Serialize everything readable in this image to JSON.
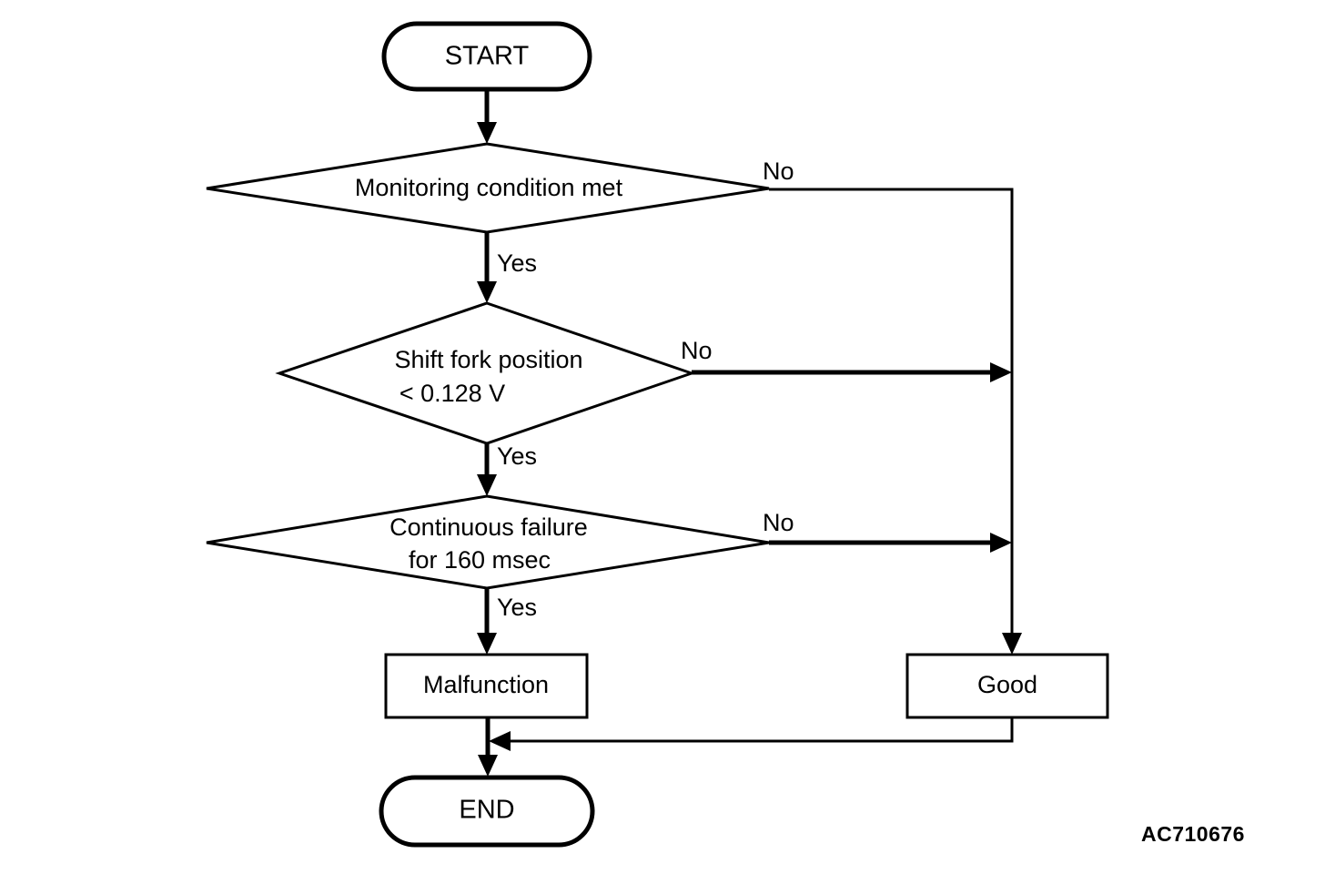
{
  "figure": {
    "code": "AC710676",
    "background_color": "#ffffff",
    "line_color": "#000000"
  },
  "nodes": {
    "start": {
      "label": "START",
      "type": "terminator"
    },
    "decision_1": {
      "label": "Monitoring condition met",
      "type": "decision"
    },
    "decision_2": {
      "label_line1": "Shift fork position",
      "label_line2": "< 0.128 V",
      "type": "decision"
    },
    "decision_3": {
      "label_line1": "Continuous failure",
      "label_line2": "for 160 msec",
      "type": "decision"
    },
    "malfunction": {
      "label": "Malfunction",
      "type": "process"
    },
    "good": {
      "label": "Good",
      "type": "process"
    },
    "end": {
      "label": "END",
      "type": "terminator"
    }
  },
  "branches": {
    "d1_no": "No",
    "d1_yes": "Yes",
    "d2_no": "No",
    "d2_yes": "Yes",
    "d3_no": "No",
    "d3_yes": "Yes"
  }
}
